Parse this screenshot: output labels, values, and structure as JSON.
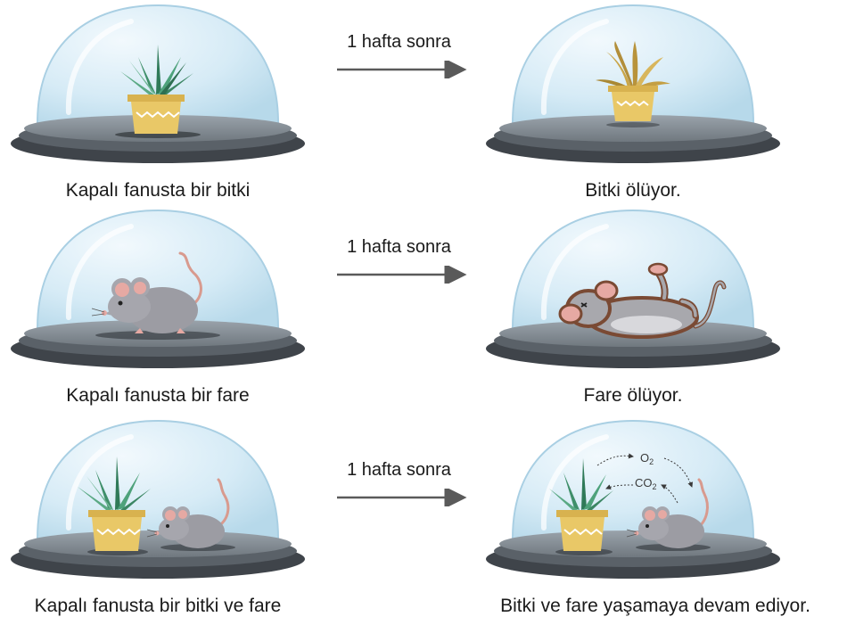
{
  "rows": [
    {
      "left_caption": "Kapalı fanusta bir bitki",
      "arrow_label": "1 hafta sonra",
      "right_caption": "Bitki ölüyor."
    },
    {
      "left_caption": "Kapalı fanusta bir fare",
      "arrow_label": "1 hafta sonra",
      "right_caption": "Fare ölüyor."
    },
    {
      "left_caption": "Kapalı fanusta bir bitki ve fare",
      "arrow_label": "1 hafta sonra",
      "right_caption": "Bitki ve fare yaşamaya devam ediyor."
    }
  ],
  "gas_exchange": {
    "o2_label": "O",
    "o2_sub": "2",
    "co2_label": "CO",
    "co2_sub": "2"
  },
  "colors": {
    "dome_fill": "#d7ecf6",
    "dome_stroke": "#a9cfe3",
    "base_dark": "#4a4f55",
    "base_top": "#8e969e",
    "pot": "#e9c867",
    "plant_healthy": "#3f8f6a",
    "plant_dry": "#c9a64a",
    "mouse_body": "#9c9ca3",
    "mouse_ear": "#e6a9a3",
    "mouse_outline": "#7a4a34",
    "arrow": "#5a5a5a"
  }
}
